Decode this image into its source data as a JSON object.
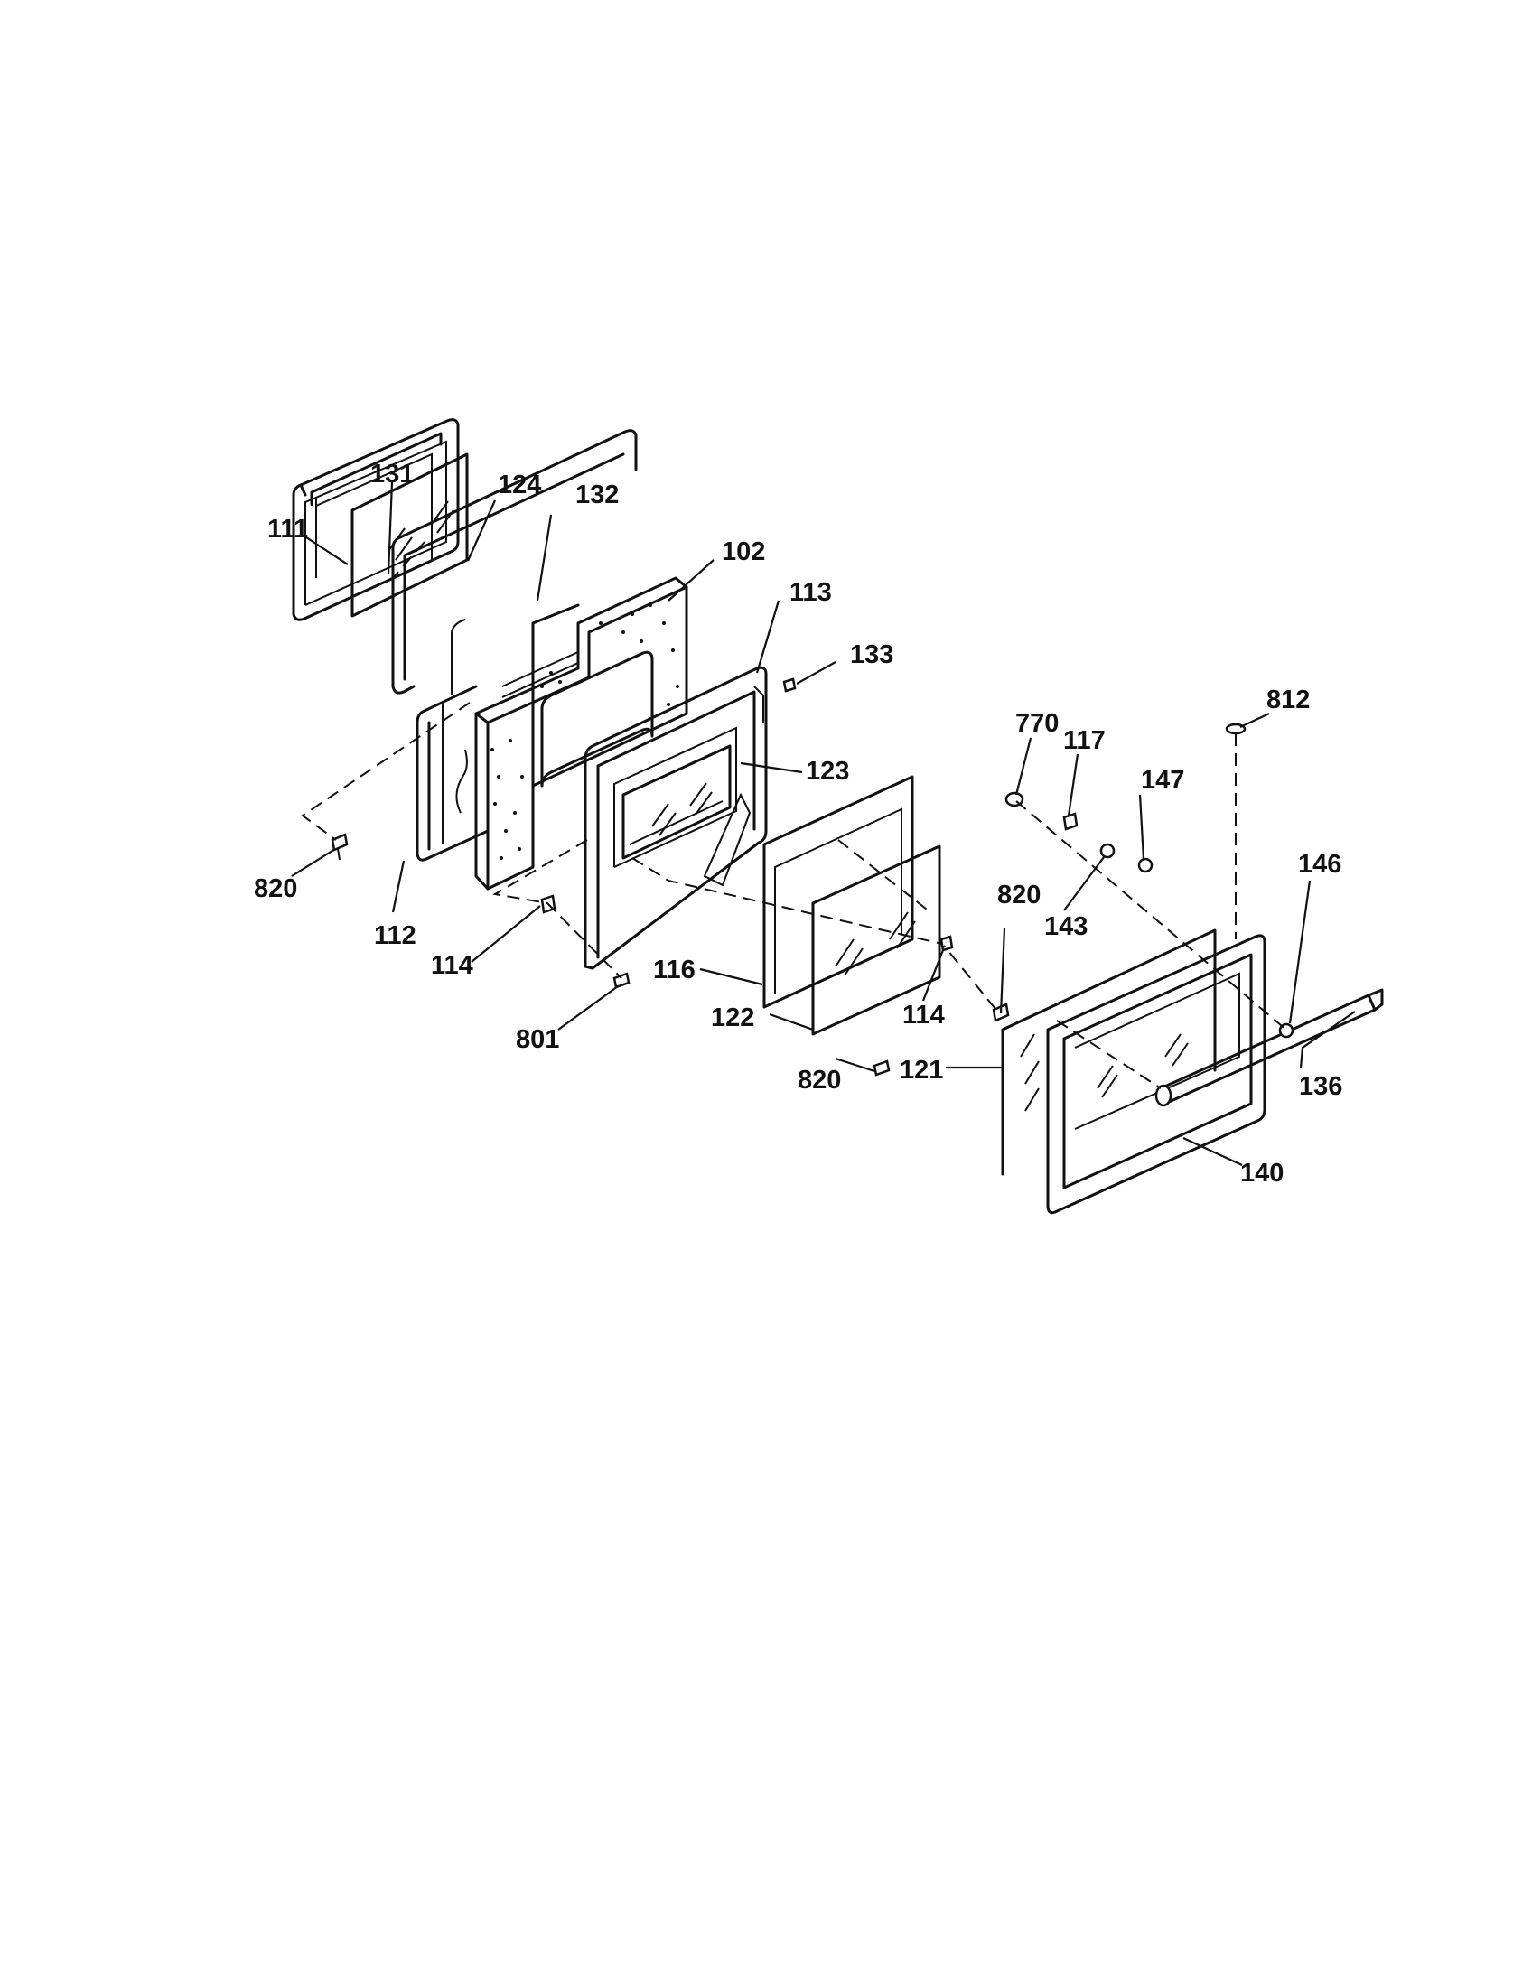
{
  "diagram": {
    "labels": {
      "p111": "111",
      "p131": "131",
      "p124": "124",
      "p132": "132",
      "p102": "102",
      "p113": "113",
      "p133": "133",
      "p123": "123",
      "p820a": "820",
      "p112": "112",
      "p114a": "114",
      "p801": "801",
      "p116": "116",
      "p122": "122",
      "p820b": "820",
      "p114b": "114",
      "p820c": "820",
      "p770": "770",
      "p117": "117",
      "p147": "147",
      "p812": "812",
      "p143": "143",
      "p146": "146",
      "p121": "121",
      "p136": "136",
      "p140": "140"
    }
  }
}
